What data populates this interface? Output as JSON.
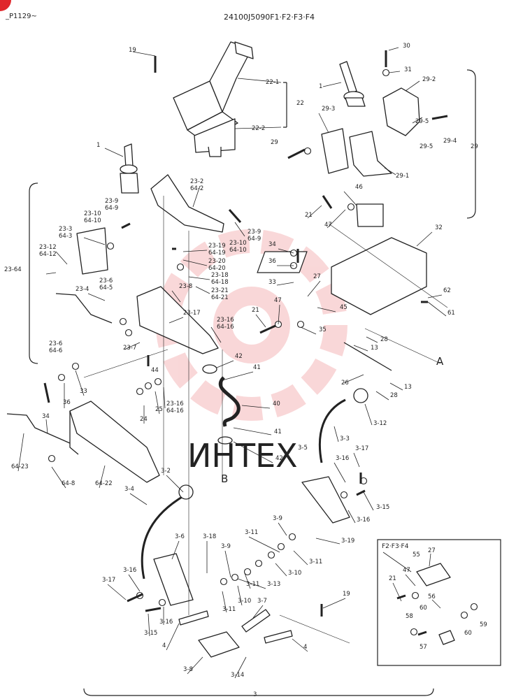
{
  "header": {
    "sheet_ref": "_P1129~",
    "part_number": "24100J5090F1·F2·F3·F4"
  },
  "inset": {
    "title": "F2·F3·F4",
    "labels": [
      "55",
      "27",
      "47",
      "21",
      "56",
      "58",
      "60",
      "60",
      "59",
      "57"
    ]
  },
  "markers": {
    "A": "A",
    "B": "B"
  },
  "watermark": "ИНТЕХ",
  "labels": {
    "l_19top": "19",
    "l_30": "30",
    "l_31": "31",
    "l_1r": "1",
    "l_29_2": "29-2",
    "l_29_5a": "29-5",
    "l_29_4": "29-4",
    "l_29_5b": "29-5",
    "l_29": "29",
    "l_29_3": "29-3",
    "l_29b": "29",
    "l_29_1": "29-1",
    "l_22_1": "22-1",
    "l_22": "22",
    "l_22_2": "22-2",
    "l_1l": "1",
    "l_23_2": "23-2",
    "l_64_2": "64-2",
    "l_23_9a": "23-9",
    "l_64_9a": "64-9",
    "l_23_10a": "23-10",
    "l_64_10a": "64-10",
    "l_23_3": "23-3",
    "l_64_3": "64-3",
    "l_23_12": "23-12",
    "l_64_12": "64-12",
    "l_23_64": "23-64",
    "l_23_4": "23-4",
    "l_23_6a": "23-6",
    "l_64_5": "64-5",
    "l_23_8": "23-8",
    "l_23_9b": "23-9",
    "l_64_9b": "64-9",
    "l_23_10b": "23-10",
    "l_64_10b": "64-10",
    "l_23_19": "23-19",
    "l_64_19": "64-19",
    "l_23_20": "23-20",
    "l_64_20": "64-20",
    "l_23_18": "23-18",
    "l_64_18": "64-18",
    "l_23_21": "23-21",
    "l_64_21": "64-21",
    "l_23_17": "23-17",
    "l_23_16a": "23-16",
    "l_64_16a": "64-16",
    "l_23_6b": "23-6",
    "l_64_6": "64-6",
    "l_23_7": "23-7",
    "l_44": "44",
    "l_46": "46",
    "l_21a": "21",
    "l_47a": "47",
    "l_32": "32",
    "l_34a": "34",
    "l_36a": "36",
    "l_33a": "33",
    "l_27": "27",
    "l_45": "45",
    "l_47b": "47",
    "l_21b": "21",
    "l_35": "35",
    "l_62": "62",
    "l_61": "61",
    "l_28a": "28",
    "l_13a": "13",
    "l_42a": "42",
    "l_41a": "41",
    "l_26": "26",
    "l_13b": "13",
    "l_28b": "28",
    "l_40": "40",
    "l_41b": "41",
    "l_42b": "42",
    "l_B": "B",
    "l_3_12": "3-12",
    "l_3_3": "3-3",
    "l_3_17a": "3-17",
    "l_3_16a": "3-16",
    "l_3_5": "3-5",
    "l_3_15a": "3-15",
    "l_3_16b": "3-16",
    "l_3_19": "3-19",
    "l_3_9a": "3-9",
    "l_3_11a": "3-11",
    "l_3_10a": "3-10",
    "l_3_13": "3-13",
    "l_3_11b": "3-11",
    "l_34b": "34",
    "l_36b": "36",
    "l_33b": "33",
    "l_24": "24",
    "l_25": "25",
    "l_23_16b": "23-16",
    "l_64_16b": "64-16",
    "l_64_23": "64-23",
    "l_64_8": "64-8",
    "l_64_22": "64-22",
    "l_3_2": "3-2",
    "l_3_4": "3-4",
    "l_3_6": "3-6",
    "l_3_18": "3-18",
    "l_3_9b": "3-9",
    "l_3_11c": "3-11",
    "l_3_10b": "3-10",
    "l_3_11d": "3-11",
    "l_3_7": "3-7",
    "l_19b": "19",
    "l_3_17b": "3-17",
    "l_3_16c": "3-16",
    "l_3_16d": "3-16",
    "l_3_15b": "3-15",
    "l_4a": "4",
    "l_4b": "4",
    "l_3_8": "3-8",
    "l_3_14": "3-14",
    "l_3": "3",
    "l_A": "A"
  }
}
